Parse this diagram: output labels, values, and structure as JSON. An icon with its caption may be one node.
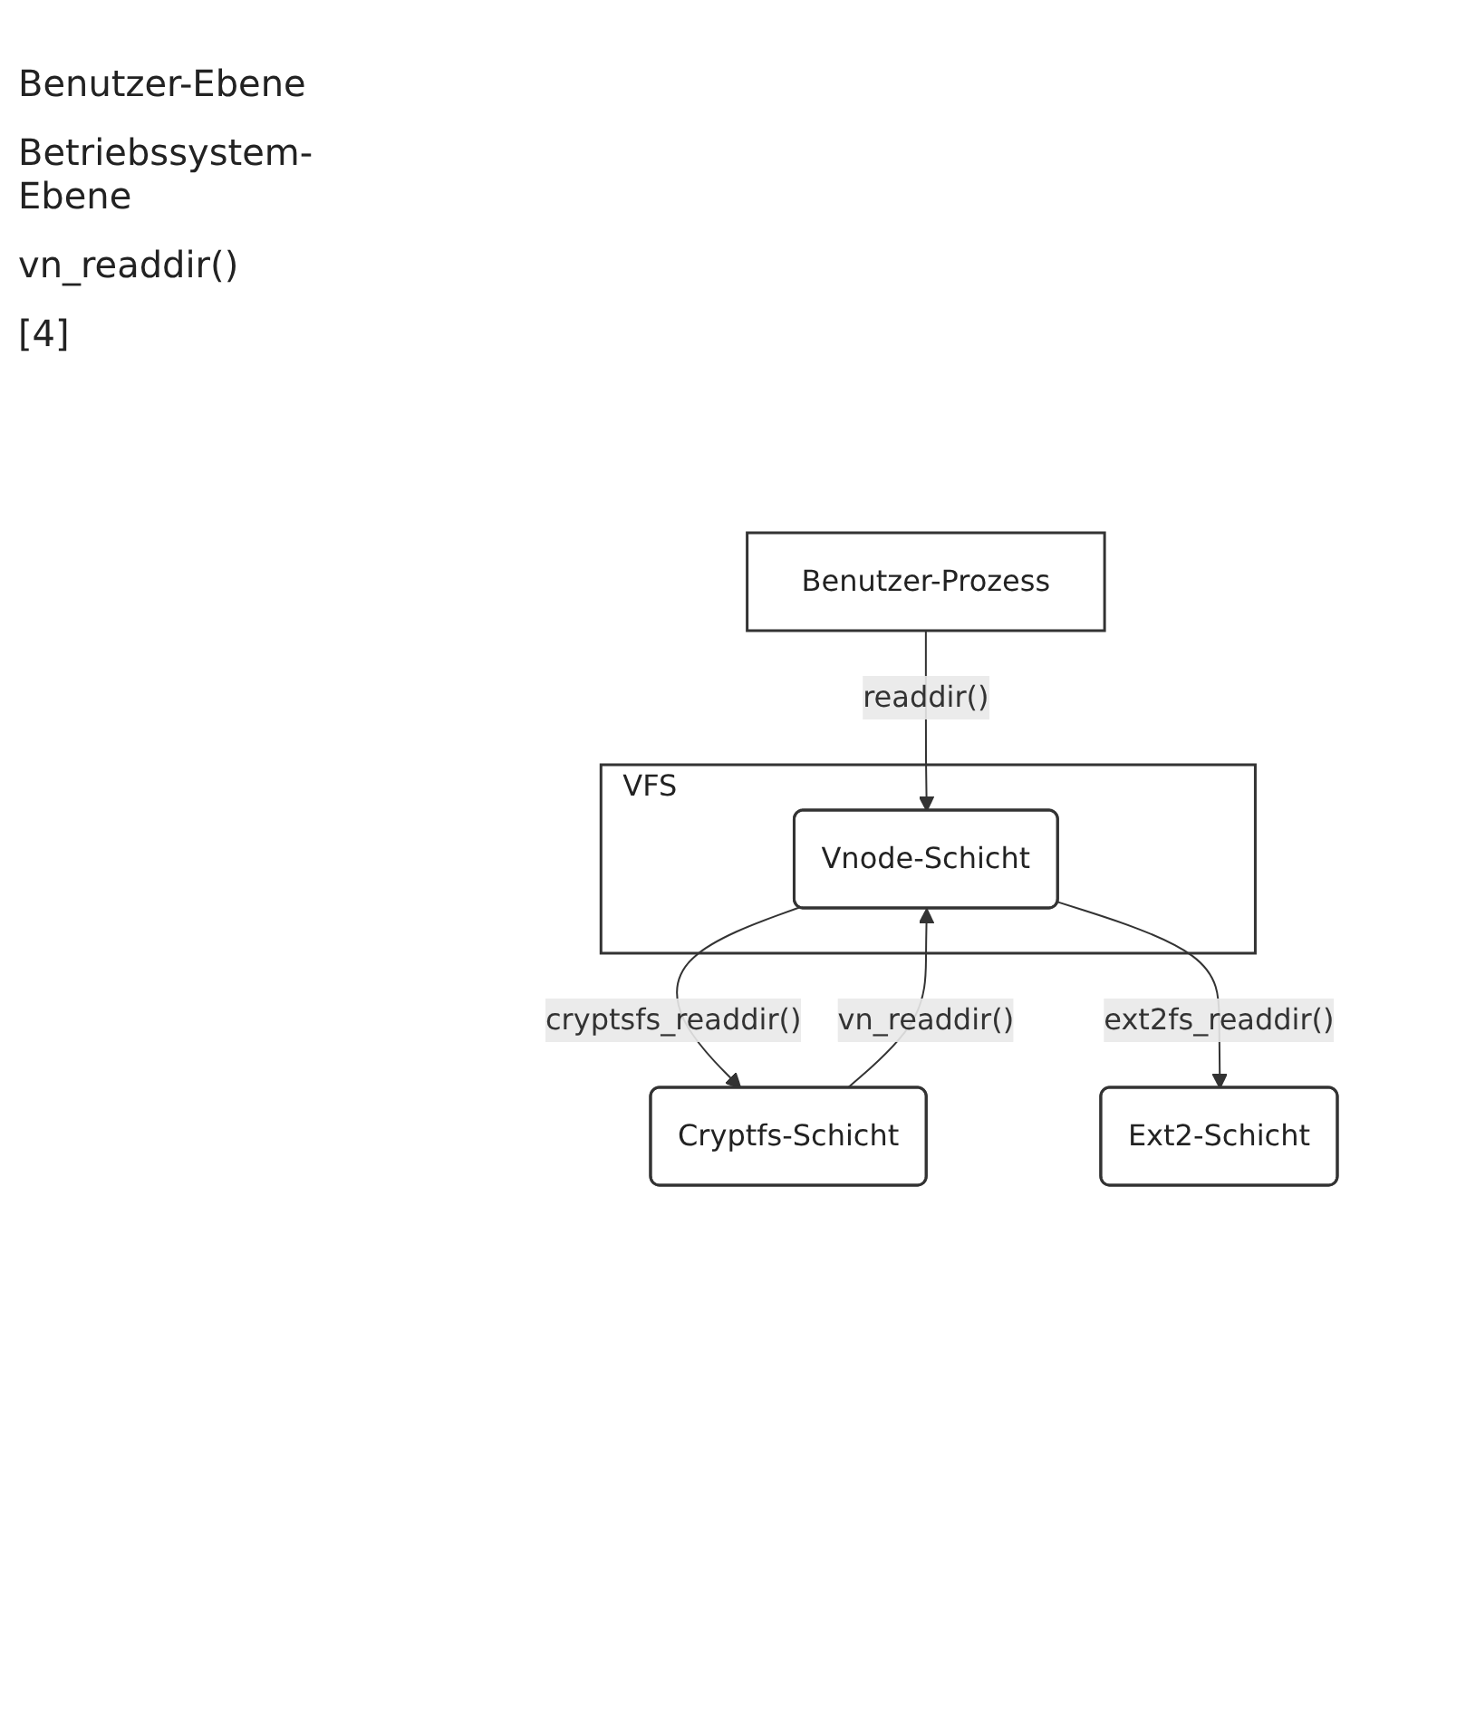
{
  "diagram": {
    "nodes": [
      {
        "text": [
          "Benutzer-Prozess"
        ]
      },
      {
        "text": [
          "VFS"
        ]
      },
      {
        "text": [
          "Cryptfs-Schicht"
        ]
      },
      {
        "text": [
          "Vnode-Schicht"
        ],
        "in": 1
      },
      {
        "text": [
          "Ext2-Schicht"
        ]
      }
    ],
    "edges": [
      {
        "from": 0,
        "to": 3,
        "arrow": "to",
        "label": "readdir()"
      },
      {
        "from": 2,
        "to": 3,
        "arrow": "to",
        "label": "vn_readdir()"
      },
      {
        "from": 3,
        "to": 2,
        "arrow": "to",
        "label": "cryptsfs_readdir()"
      },
      {
        "from": 3,
        "to": 4,
        "arrow": "to",
        "label": "ext2fs_readdir()"
      }
    ],
    "labels": [
      "Benutzer-Ebene",
      "Betriebssystem-Ebene",
      "vn_readdir()",
      "[4]"
    ]
  }
}
